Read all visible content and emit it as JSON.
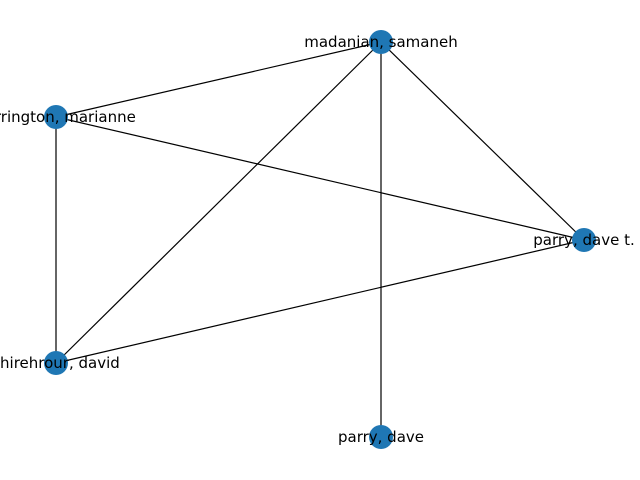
{
  "graph": {
    "node_color": "#1f77b4",
    "edge_color": "#000000",
    "nodes": [
      {
        "id": "madanian",
        "label": "madanian, samaneh"
      },
      {
        "id": "harrington",
        "label": "harrington, marianne"
      },
      {
        "id": "parry_t",
        "label": "parry, dave t."
      },
      {
        "id": "shirehrour",
        "label": "shirehrour, david"
      },
      {
        "id": "parry",
        "label": "parry, dave"
      }
    ],
    "edges": [
      [
        "madanian",
        "harrington"
      ],
      [
        "madanian",
        "parry_t"
      ],
      [
        "madanian",
        "shirehrour"
      ],
      [
        "madanian",
        "parry"
      ],
      [
        "harrington",
        "parry_t"
      ],
      [
        "harrington",
        "shirehrour"
      ],
      [
        "shirehrour",
        "parry_t"
      ]
    ]
  }
}
